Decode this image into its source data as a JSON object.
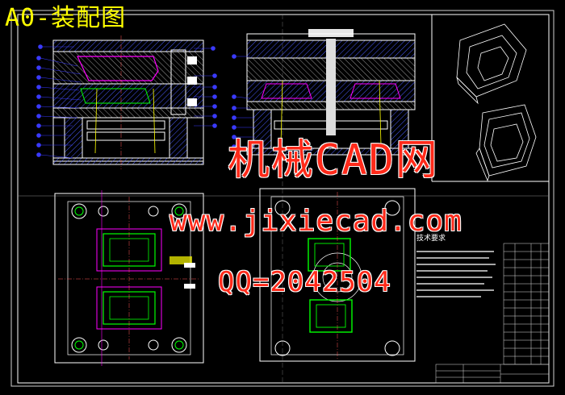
{
  "drawing": {
    "title": "A0-装配图",
    "watermark_name": "机械CAD网",
    "watermark_url": "www.jixiecad.com",
    "watermark_qq": "QQ=2042504",
    "tech_req_heading": "技术要求"
  },
  "colors": {
    "background": "#000000",
    "frame": "#ffffff",
    "title": "#ffff00",
    "watermark": "#ff2a1a",
    "part_green": "#00ff00",
    "part_magenta": "#ff00ff",
    "hatch_blue": "#4a5bff",
    "callout": "#3a3aff"
  }
}
